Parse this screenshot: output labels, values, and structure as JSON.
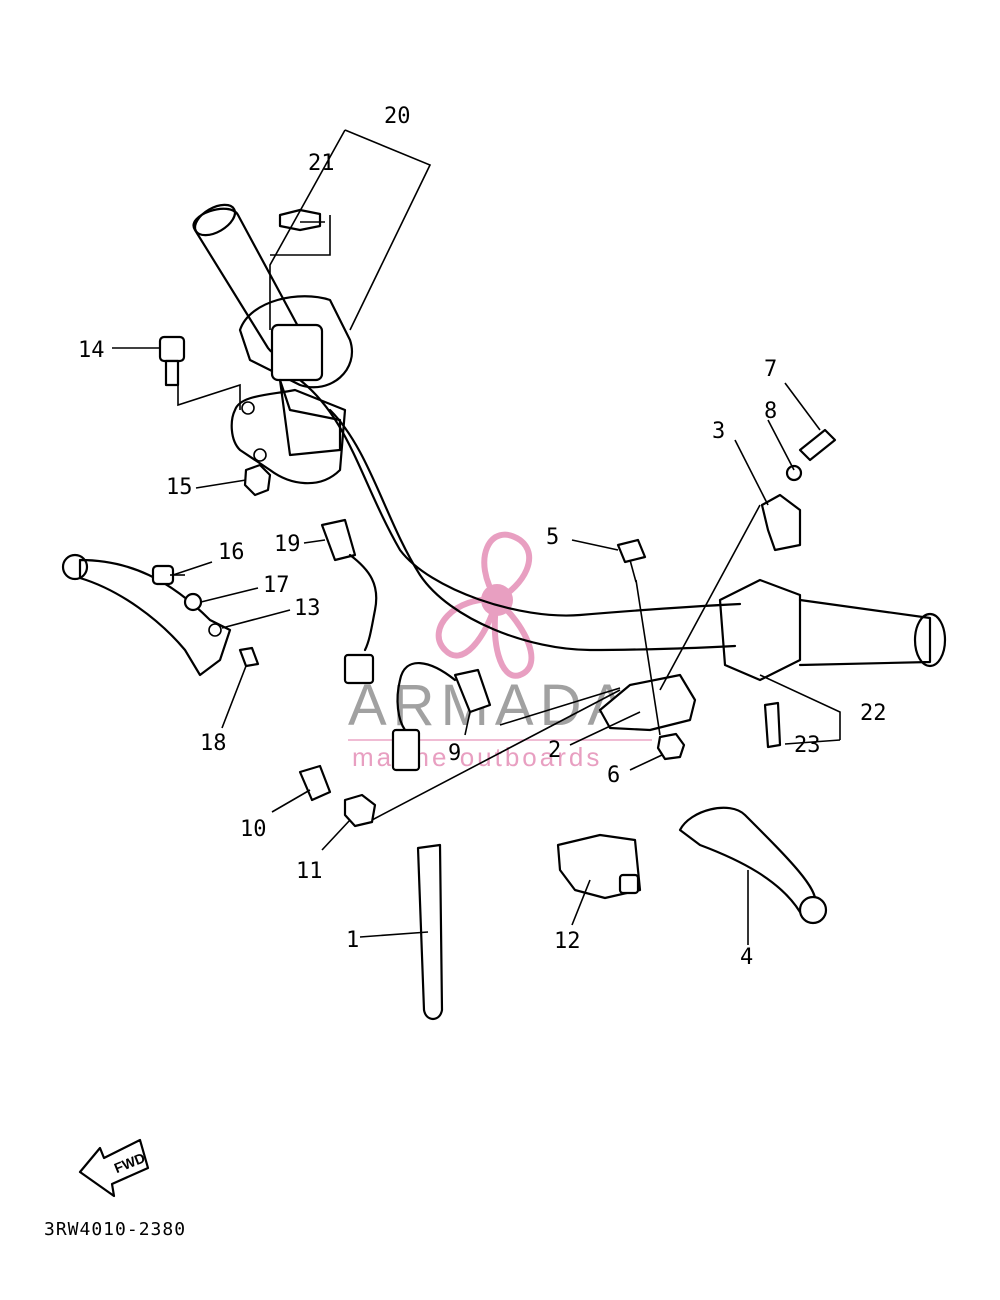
{
  "diagram_code": "3RW4010-2380",
  "fwd_label": "FWD",
  "watermark": {
    "brand": "ARMADA",
    "tagline": "marine outboards",
    "accent_color": "#e58fb7",
    "brand_color": "#8a8a8a"
  },
  "callouts": {
    "c1": "1",
    "c2": "2",
    "c3": "3",
    "c4": "4",
    "c5": "5",
    "c6": "6",
    "c7": "7",
    "c8": "8",
    "c9": "9",
    "c10": "10",
    "c11": "11",
    "c12": "12",
    "c13": "13",
    "c14": "14",
    "c15": "15",
    "c16": "16",
    "c17": "17",
    "c18": "18",
    "c19": "19",
    "c20": "20",
    "c21": "21",
    "c22": "22",
    "c23": "23"
  }
}
